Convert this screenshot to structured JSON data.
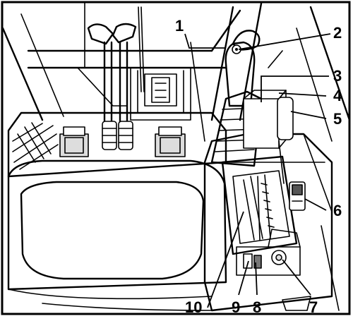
{
  "callouts": [
    {
      "id": "c1",
      "label": "1"
    },
    {
      "id": "c2",
      "label": "2"
    },
    {
      "id": "c3",
      "label": "3"
    },
    {
      "id": "c4",
      "label": "4"
    },
    {
      "id": "c5",
      "label": "5"
    },
    {
      "id": "c6",
      "label": "6"
    },
    {
      "id": "c7",
      "label": "7"
    },
    {
      "id": "c8",
      "label": "8"
    },
    {
      "id": "c9",
      "label": "9"
    },
    {
      "id": "c10",
      "label": "10"
    }
  ],
  "colors": {
    "line": "#000000",
    "background": "#ffffff",
    "shade": "#bdbdbd"
  }
}
